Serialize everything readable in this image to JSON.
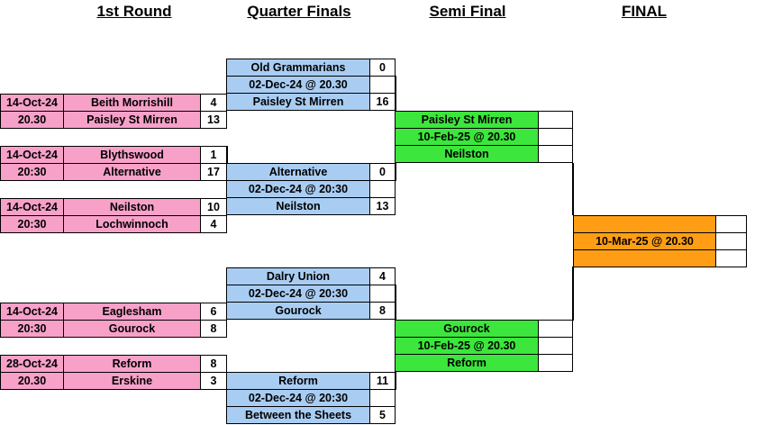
{
  "headers": {
    "round1": "1st Round",
    "quarter": "Quarter Finals",
    "semi": "Semi Final",
    "final": "FINAL"
  },
  "round1": [
    {
      "date": "14-Oct-24",
      "time": "20.30",
      "home": "Beith Morrishill",
      "home_score": "4",
      "away": "Paisley St Mirren",
      "away_score": "13"
    },
    {
      "date": "14-Oct-24",
      "time": "20:30",
      "home": "Blythswood",
      "home_score": "1",
      "away": "Alternative",
      "away_score": "17"
    },
    {
      "date": "14-Oct-24",
      "time": "20:30",
      "home": "Neilston",
      "home_score": "10",
      "away": "Lochwinnoch",
      "away_score": "4"
    },
    {
      "date": "14-Oct-24",
      "time": "20:30",
      "home": "Eaglesham",
      "home_score": "6",
      "away": "Gourock",
      "away_score": "8"
    },
    {
      "date": "28-Oct-24",
      "time": "20.30",
      "home": "Reform",
      "home_score": "8",
      "away": "Erskine",
      "away_score": "3"
    }
  ],
  "quarter": [
    {
      "home": "Old Grammarians",
      "home_score": "0",
      "datetime": "02-Dec-24  @ 20.30",
      "away": "Paisley St Mirren",
      "away_score": "16"
    },
    {
      "home": "Alternative",
      "home_score": "0",
      "datetime": "02-Dec-24 @ 20:30",
      "away": "Neilston",
      "away_score": "13"
    },
    {
      "home": "Dalry Union",
      "home_score": "4",
      "datetime": "02-Dec-24 @ 20:30",
      "away": "Gourock",
      "away_score": "8"
    },
    {
      "home": "Reform",
      "home_score": "11",
      "datetime": "02-Dec-24 @ 20:30",
      "away": "Between the Sheets",
      "away_score": "5"
    }
  ],
  "semi": [
    {
      "home": "Paisley St Mirren",
      "datetime": "10-Feb-25  @ 20.30",
      "away": "Neilston"
    },
    {
      "home": "Gourock",
      "datetime": "10-Feb-25  @ 20.30",
      "away": "Reform"
    }
  ],
  "final": {
    "home": "",
    "datetime": "10-Mar-25  @ 20.30",
    "away": ""
  },
  "colors": {
    "round1": "#f7a1c9",
    "quarter": "#a9cdf2",
    "semi": "#3ce63c",
    "final": "#ff9e14"
  }
}
